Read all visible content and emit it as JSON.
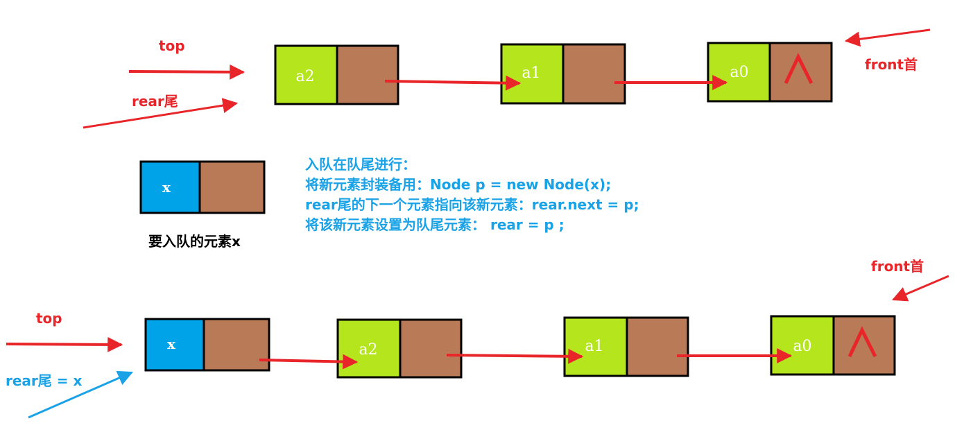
{
  "colors": {
    "data_green": "#b5e61d",
    "data_blue": "#00a2e8",
    "next_brown": "#b97a57",
    "arrow_red": "#e8262a",
    "arrow_blue": "#1aa2e6",
    "border": "#000000"
  },
  "top_diagram": {
    "top_label": "top",
    "rear_label": "rear尾",
    "front_label": "front首",
    "nodes": [
      {
        "data": "a2"
      },
      {
        "data": "a1"
      },
      {
        "data": "a0",
        "null_symbol": "∧"
      }
    ]
  },
  "middle": {
    "new_node_data": "x",
    "caption": "要入队的元素x",
    "steps": [
      "入队在队尾进行：",
      "将新元素封装备用：Node p = new Node(x);",
      "rear尾的下一个元素指向该新元素：rear.next = p;",
      "将该新元素设置为队尾元素：  rear = p ;"
    ]
  },
  "bottom_diagram": {
    "top_label": "top",
    "rear_label": "rear尾 = x",
    "front_label": "front首",
    "nodes": [
      {
        "data": "x"
      },
      {
        "data": "a2"
      },
      {
        "data": "a1"
      },
      {
        "data": "a0",
        "null_symbol": "∧"
      }
    ]
  }
}
